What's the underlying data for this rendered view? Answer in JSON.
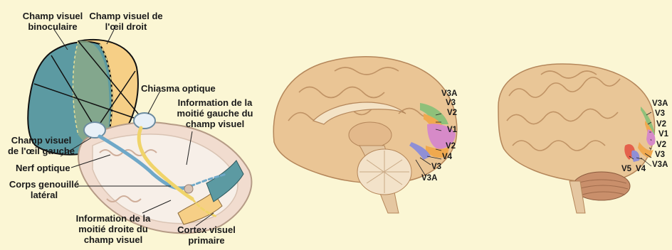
{
  "left_diagram": {
    "labels": {
      "binocular_field": [
        "Champ visuel",
        "binoculaire"
      ],
      "right_eye_field": [
        "Champ visuel de",
        "l'œil droit"
      ],
      "optic_chiasm": "Chiasma optique",
      "left_field_info": [
        "Information de la",
        "moitié gauche du",
        "champ visuel"
      ],
      "left_eye_field": [
        "Champ visuel",
        "de l'œil gauche"
      ],
      "optic_nerve": "Nerf optique",
      "lgn": [
        "Corps genouillé",
        "latéral"
      ],
      "right_field_info": [
        "Information de la",
        "moitié  droite du",
        "champ visuel"
      ],
      "primary_cortex": [
        "Cortex visuel",
        "primaire"
      ]
    },
    "colors": {
      "left_field": "#5c9aa2",
      "right_field": "#f6cf86",
      "cortex_band": "#e5e0cf"
    }
  },
  "medial_brain": {
    "areas": [
      "V3A",
      "V3",
      "V2",
      "V1",
      "V2",
      "V4",
      "V3",
      "V3A"
    ]
  },
  "lateral_brain": {
    "areas": [
      "V3A",
      "V3",
      "V2",
      "V1",
      "V2",
      "V3",
      "V3A",
      "V5",
      "V4"
    ]
  },
  "area_colors": {
    "V1": "#d68ac8",
    "V2": "#f0a94f",
    "V3": "#b9c66b",
    "V3A": "#8fc07a",
    "V4": "#8f8fd6",
    "V5": "#e4614c"
  }
}
